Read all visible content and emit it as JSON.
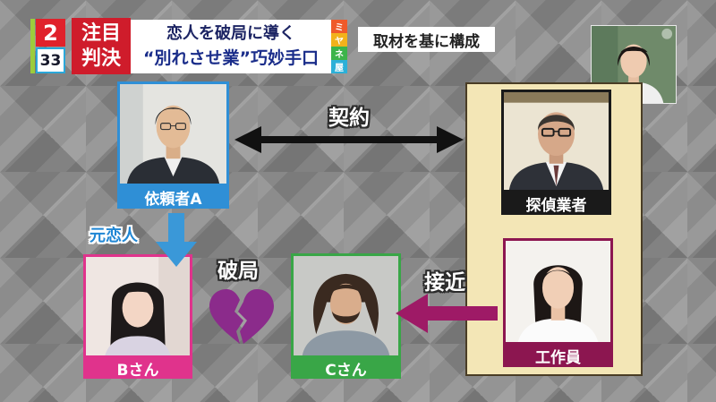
{
  "clock": {
    "hour": "2",
    "minute": "33"
  },
  "badge": {
    "line1": "注目",
    "line2": "判決"
  },
  "headline": {
    "line1": "恋人を破局に導く",
    "line2": "“別れさせ業”巧妙手口"
  },
  "logo": {
    "chars": [
      "ミ",
      "ヤ",
      "ネ",
      "屋"
    ],
    "colors": [
      "#ef5a2a",
      "#f2b21b",
      "#3cb44a",
      "#2bb0d8"
    ]
  },
  "note": "取材を基に構成",
  "group_color": "#f3e6b6",
  "nodes": {
    "client": {
      "label": "依頼者A",
      "color": "#2f8fd6"
    },
    "detective": {
      "label": "探偵業者",
      "color": "#1a1a1a"
    },
    "worker": {
      "label": "工作員",
      "color": "#8c1650"
    },
    "b": {
      "label": "Bさん",
      "color": "#e0338c"
    },
    "c": {
      "label": "Cさん",
      "color": "#39a647"
    }
  },
  "edges": {
    "contract": {
      "label": "契約",
      "color": "#111111"
    },
    "ex_lover": {
      "label": "元恋人",
      "color": "#3a98d8"
    },
    "breakup": {
      "label": "破局",
      "color": "#8b2b8b"
    },
    "approach": {
      "label": "接近",
      "color": "#9e1a66"
    }
  }
}
